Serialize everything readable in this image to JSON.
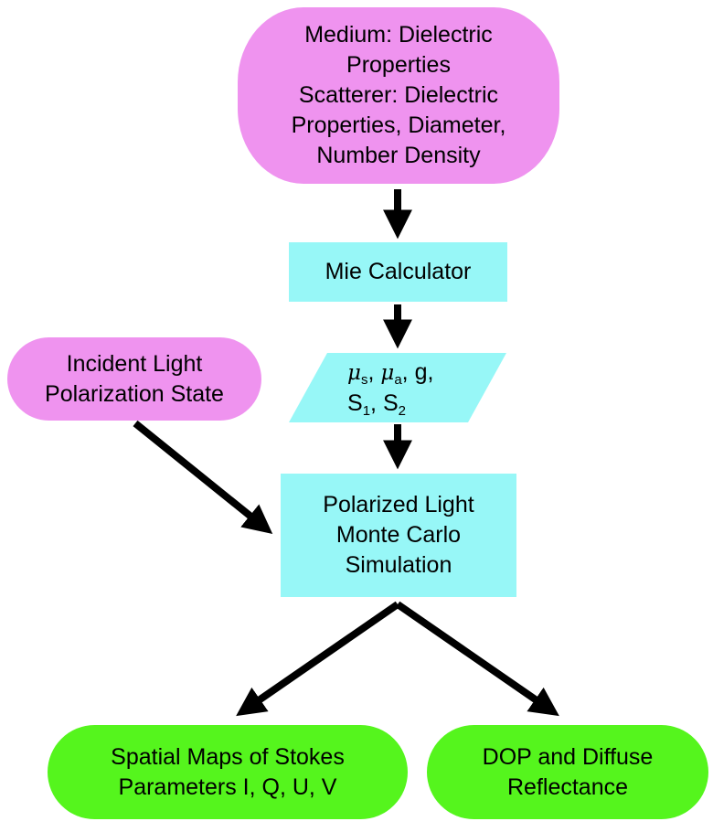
{
  "nodes": {
    "medium": {
      "lines": [
        "Medium: Dielectric",
        "Properties",
        "Scatterer: Dielectric",
        "Properties, Diameter,",
        "Number Density"
      ],
      "color": "#ef93ef"
    },
    "mie": {
      "lines": [
        "Mie Calculator"
      ],
      "color": "#97f7f7"
    },
    "incident": {
      "lines": [
        "Incident Light",
        "Polarization State"
      ],
      "color": "#ef93ef"
    },
    "params": {
      "mu_s": "μ",
      "mu_s_sub": "s",
      "mu_a": "μ",
      "mu_a_sub": "a",
      "g": "g,",
      "s1": "S",
      "s1_sub": "1",
      "s2": "S",
      "s2_sub": "2",
      "color": "#97f7f7"
    },
    "simulation": {
      "lines": [
        "Polarized Light",
        "Monte Carlo",
        "Simulation"
      ],
      "color": "#97f7f7"
    },
    "maps": {
      "lines": [
        "Spatial Maps of Stokes",
        "Parameters I, Q, U, V"
      ],
      "color": "#55f51d"
    },
    "dop": {
      "lines": [
        "DOP and Diffuse",
        "Reflectance"
      ],
      "color": "#55f51d"
    }
  },
  "edges": [
    {
      "from": "medium",
      "to": "mie"
    },
    {
      "from": "mie",
      "to": "params"
    },
    {
      "from": "params",
      "to": "simulation"
    },
    {
      "from": "incident",
      "to": "simulation"
    },
    {
      "from": "simulation",
      "to": "maps"
    },
    {
      "from": "simulation",
      "to": "dop"
    }
  ]
}
